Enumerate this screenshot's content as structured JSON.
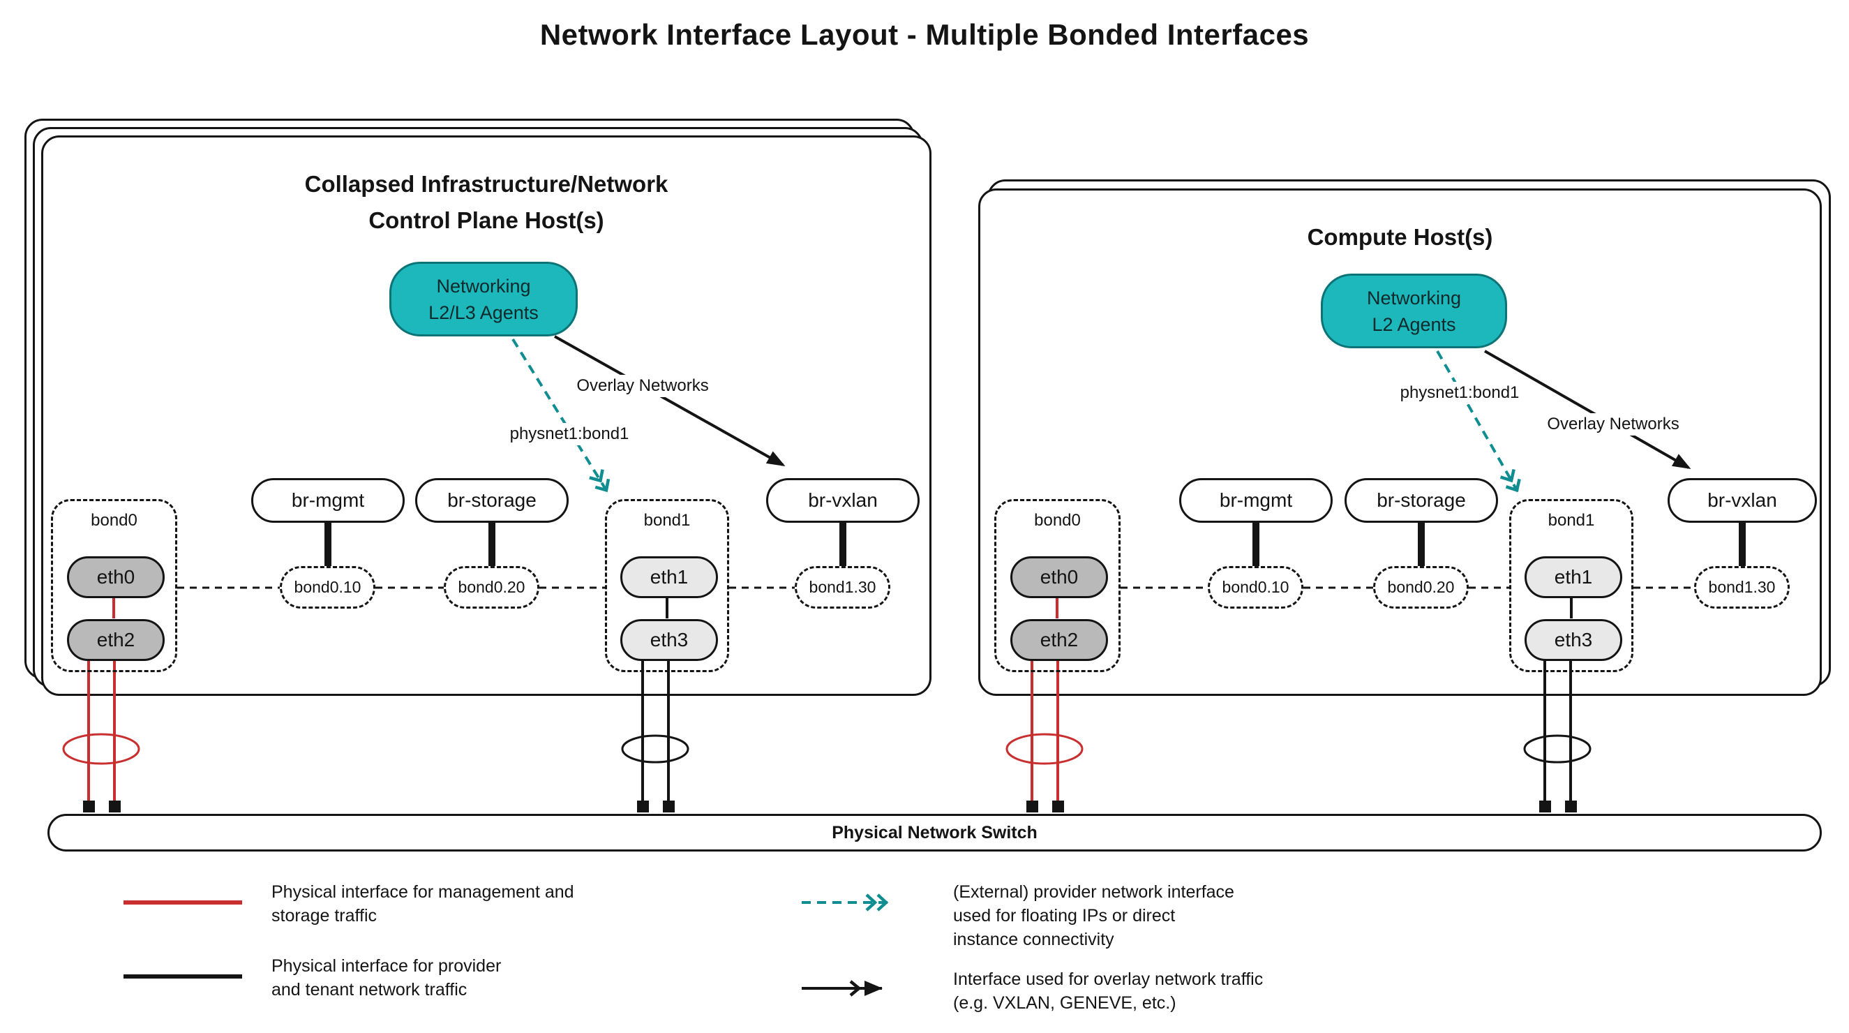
{
  "title": "Network Interface Layout - Multiple Bonded Interfaces",
  "hosts": {
    "control": {
      "title1": "Collapsed Infrastructure/Network",
      "title2": "Control Plane Host(s)",
      "agent1": "Networking",
      "agent2": "L2/L3 Agents",
      "physnet_label": "physnet1:bond1",
      "overlay_label": "Overlay Networks",
      "bond0_label": "bond0",
      "bond1_label": "bond1",
      "eth0": "eth0",
      "eth2": "eth2",
      "eth1": "eth1",
      "eth3": "eth3",
      "bridges": [
        "br-mgmt",
        "br-storage",
        "br-vxlan"
      ],
      "vlans": [
        "bond0.10",
        "bond0.20",
        "bond1.30"
      ]
    },
    "compute": {
      "title1": "Compute Host(s)",
      "agent1": "Networking",
      "agent2": "L2 Agents",
      "physnet_label": "physnet1:bond1",
      "overlay_label": "Overlay Networks",
      "bond0_label": "bond0",
      "bond1_label": "bond1",
      "eth0": "eth0",
      "eth2": "eth2",
      "eth1": "eth1",
      "eth3": "eth3",
      "bridges": [
        "br-mgmt",
        "br-storage",
        "br-vxlan"
      ],
      "vlans": [
        "bond0.10",
        "bond0.20",
        "bond1.30"
      ]
    }
  },
  "switch_label": "Physical Network Switch",
  "legend": {
    "mgmt": [
      "Physical interface for management and",
      "storage traffic"
    ],
    "provider": [
      "Physical interface for provider",
      "and tenant network traffic"
    ],
    "external": [
      "(External) provider network interface",
      "used for floating IPs or direct",
      "instance connectivity"
    ],
    "overlay": [
      "Interface used for overlay network traffic",
      "(e.g. VXLAN, GENEVE, etc.)"
    ]
  },
  "colors": {
    "teal_fill": "#1cb8bc",
    "teal_border": "#0c7377",
    "teal_arrow": "#0f8d91",
    "red": "#c92f2f",
    "line_black": "#141414",
    "eth_dark_fill": "#b9b9b9",
    "eth_light_fill": "#e8e8e8"
  }
}
